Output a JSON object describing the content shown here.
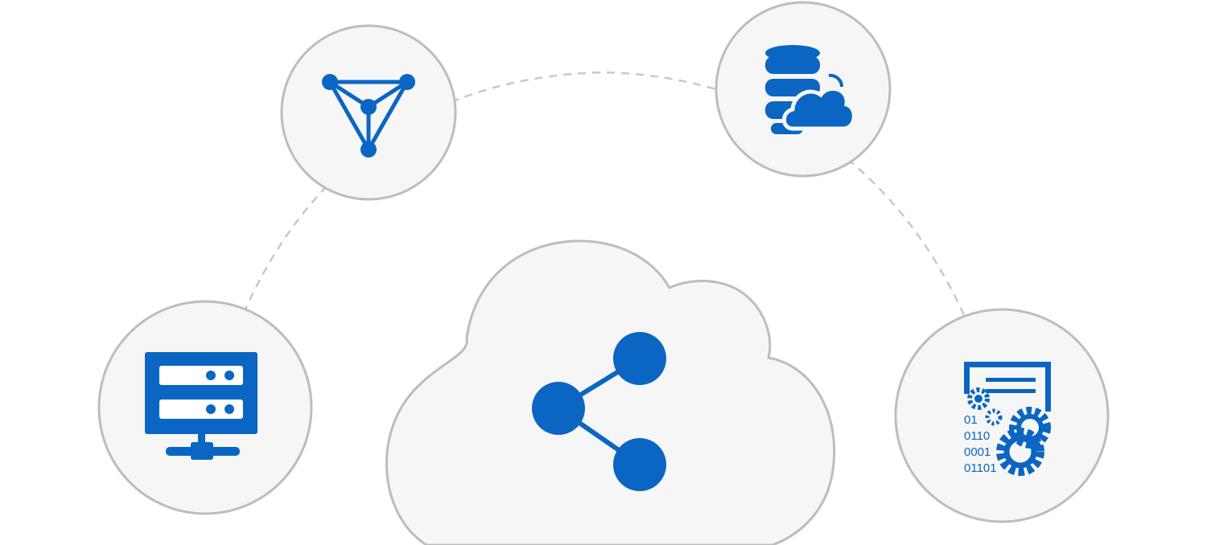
{
  "colors": {
    "accent": "#0a66c2",
    "node_fill": "#f6f6f6",
    "node_stroke": "#bdbdbd",
    "arc": "#c8c8c8",
    "background": "#ffffff"
  },
  "nodes": [
    {
      "id": "server",
      "icon": "server-network-icon"
    },
    {
      "id": "triangle-network",
      "icon": "triangle-network-icon"
    },
    {
      "id": "database-cloud",
      "icon": "database-cloud-icon"
    },
    {
      "id": "data-processing",
      "icon": "data-processing-gears-icon"
    }
  ],
  "center": {
    "icon": "share-icon"
  },
  "binary": [
    "01",
    "0110",
    "0001",
    "01101"
  ]
}
